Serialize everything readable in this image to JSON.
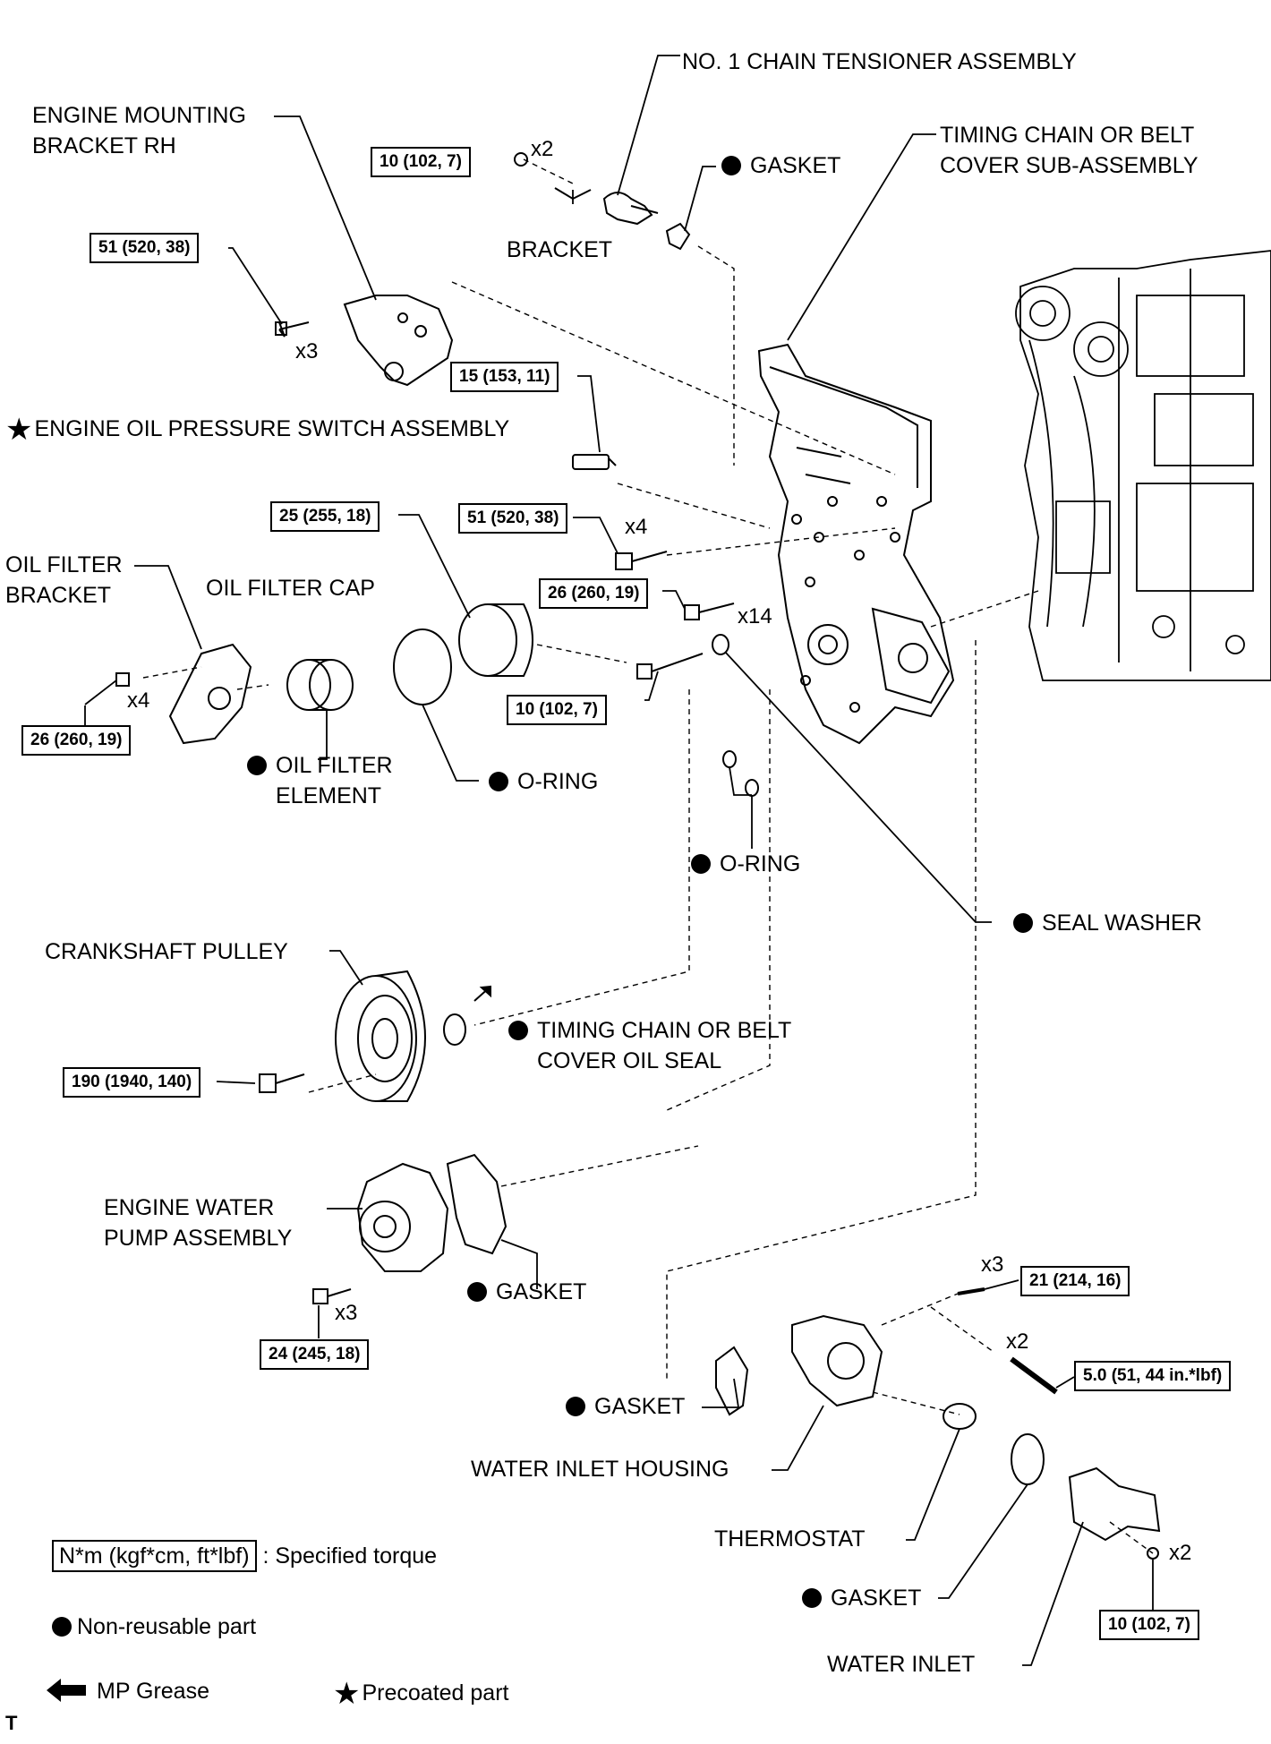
{
  "labels": {
    "chain_tensioner": "NO. 1 CHAIN TENSIONER ASSEMBLY",
    "engine_mount_bracket_1": "ENGINE MOUNTING",
    "engine_mount_bracket_2": "BRACKET RH",
    "gasket_top": "GASKET",
    "timing_cover_1": "TIMING CHAIN OR BELT",
    "timing_cover_2": "COVER SUB-ASSEMBLY",
    "bracket": "BRACKET",
    "oil_pressure_switch": "ENGINE OIL PRESSURE SWITCH ASSEMBLY",
    "oil_filter_bracket_1": "OIL FILTER",
    "oil_filter_bracket_2": "BRACKET",
    "oil_filter_cap": "OIL FILTER CAP",
    "oil_filter_element_1": "OIL FILTER",
    "oil_filter_element_2": "ELEMENT",
    "oring_1": "O-RING",
    "oring_2": "O-RING",
    "seal_washer": "SEAL WASHER",
    "crankshaft_pulley": "CRANKSHAFT PULLEY",
    "oil_seal_1": "TIMING CHAIN OR BELT",
    "oil_seal_2": "COVER OIL SEAL",
    "water_pump_1": "ENGINE WATER",
    "water_pump_2": "PUMP ASSEMBLY",
    "gasket_pump": "GASKET",
    "gasket_housing": "GASKET",
    "water_inlet_housing": "WATER INLET HOUSING",
    "thermostat": "THERMOSTAT",
    "gasket_inlet": "GASKET",
    "water_inlet": "WATER INLET"
  },
  "torques": {
    "t_tensioner": "10 (102, 7)",
    "t_bracket_rh": "51 (520, 38)",
    "t_switch": "15 (153, 11)",
    "t_cover_51": "51 (520, 38)",
    "t_cap": "25 (255, 18)",
    "t_cover_26": "26 (260, 19)",
    "t_filter_bracket": "26 (260, 19)",
    "t_cover_10": "10 (102, 7)",
    "t_pulley": "190 (1940, 140)",
    "t_pump": "24 (245, 18)",
    "t_housing_bolt": "21 (214, 16)",
    "t_stud": "5.0 (51, 44 in.*lbf)",
    "t_inlet": "10 (102, 7)"
  },
  "quantities": {
    "q_tensioner": "x2",
    "q_bracket_rh": "x3",
    "q_cover_51": "x4",
    "q_cover_26": "x14",
    "q_filter_bracket": "x4",
    "q_pump": "x3",
    "q_housing_bolt": "x3",
    "q_stud": "x2",
    "q_inlet": "x2"
  },
  "legend": {
    "torque_box": "N*m (kgf*cm, ft*lbf)",
    "torque_text": ": Specified torque",
    "non_reusable": "Non-reusable part",
    "mp_grease": "MP Grease",
    "precoated": "Precoated part"
  },
  "footer_mark": "T",
  "colors": {
    "ink": "#000000",
    "paper": "#ffffff"
  },
  "icons": [
    "non-reusable-dot-icon",
    "precoated-star-icon",
    "mp-grease-arrow-icon"
  ]
}
